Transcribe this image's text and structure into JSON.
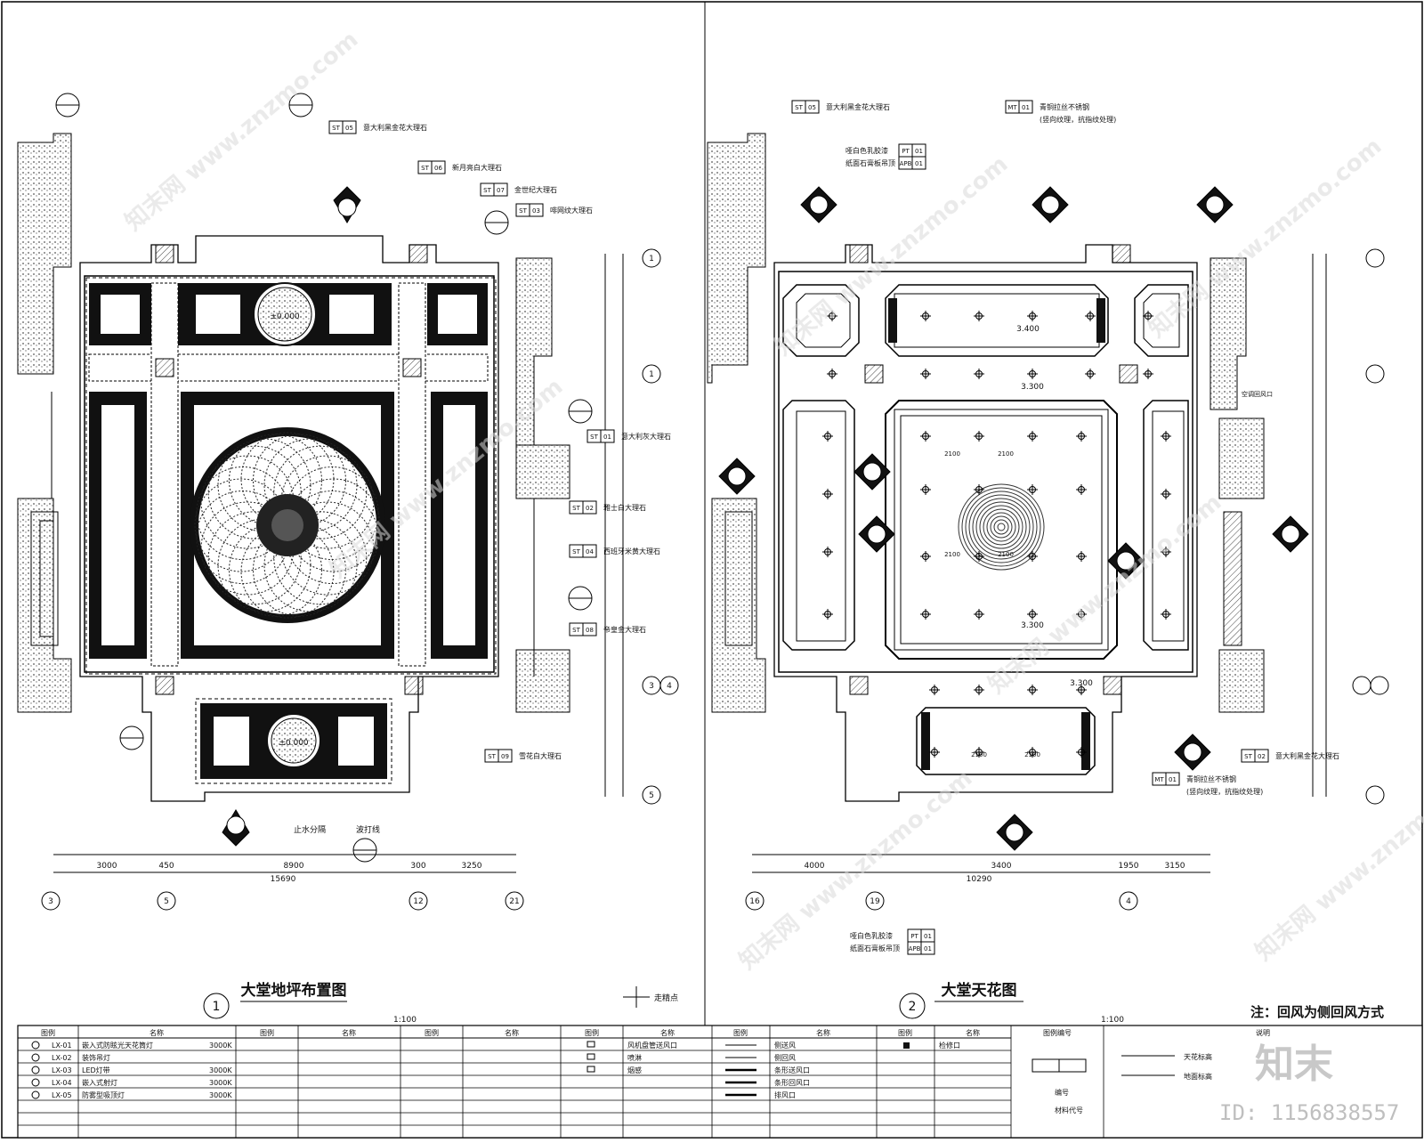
{
  "drawing_left": {
    "number": "1",
    "title": "大堂地坪布置图",
    "scale": "1:100",
    "north_label": "走精点",
    "dimension_total": "15690",
    "dimensions_bottom": [
      "3000",
      "450",
      "8900",
      "300",
      "3250"
    ],
    "axis_bottom": [
      "3",
      "5",
      "12",
      "21"
    ],
    "axis_right": [
      "1",
      "1",
      "3",
      "4",
      "5"
    ],
    "circle_label": "±0.000",
    "callouts": [
      {
        "code": "ST",
        "num": "05",
        "text": "意大利黑金花大理石"
      },
      {
        "code": "ST",
        "num": "01",
        "text": "意大利灰大理石"
      },
      {
        "code": "ST",
        "num": "06",
        "text": "新月亮白大理石"
      },
      {
        "code": "ST",
        "num": "02",
        "text": "雅士白大理石"
      },
      {
        "code": "ST",
        "num": "03",
        "text": "啡网纹大理石"
      },
      {
        "code": "ST",
        "num": "04",
        "text": "西班牙米黄大理石"
      },
      {
        "code": "ST",
        "num": "07",
        "text": "金世纪大理石"
      },
      {
        "code": "ST",
        "num": "08",
        "text": "帝皇金大理石"
      },
      {
        "code": "ST",
        "num": "09",
        "text": "雪花白大理石"
      }
    ],
    "notes": [
      "止水分隔",
      "波打线"
    ]
  },
  "drawing_right": {
    "number": "2",
    "title": "大堂天花图",
    "scale": "1:100",
    "dimension_total": "10290",
    "dimensions_bottom": [
      "4000",
      "3400",
      "1950",
      "3150"
    ],
    "axis_bottom": [
      "16",
      "19",
      "4"
    ],
    "levels": [
      "3.400",
      "3.300",
      "3.300",
      "3.300"
    ],
    "dims_inner": [
      "2100",
      "2100",
      "2100",
      "2100",
      "2100",
      "2100"
    ],
    "callouts": [
      {
        "code": "ST",
        "num": "05",
        "text": "意大利黑金花大理石"
      },
      {
        "code": "MT",
        "num": "01",
        "text": "青铜拉丝不锈钢",
        "sub": "(竖向纹理，抗指纹处理)"
      },
      {
        "code": "PT",
        "num": "01",
        "text": "哑白色乳胶漆"
      },
      {
        "code": "APB",
        "num": "01",
        "text": "纸面石膏板吊顶"
      },
      {
        "code": "ST",
        "num": "02",
        "text": "意大利黑金花大理石"
      },
      {
        "code": "MT",
        "num": "01",
        "text": "青铜拉丝不锈钢",
        "sub": "(竖向纹理，抗指纹处理)"
      },
      {
        "code": "PT",
        "num": "01",
        "text": "哑白色乳胶漆"
      },
      {
        "code": "APB",
        "num": "01",
        "text": "纸面石膏板吊顶"
      }
    ],
    "side_note": "空调回风口"
  },
  "note": "注：回风为侧回风方式",
  "legend": {
    "headers": [
      "图例",
      "名称",
      "图例",
      "名称",
      "图例",
      "名称",
      "图例",
      "名称",
      "图例",
      "名称",
      "图例",
      "名称",
      "图例编号",
      "说明"
    ],
    "rows": [
      {
        "code": "LX-01",
        "name": "嵌入式防眩光天花筒灯",
        "spec": "3000K"
      },
      {
        "code": "LX-02",
        "name": "装饰吊灯",
        "spec": ""
      },
      {
        "code": "LX-03",
        "name": "LED灯带",
        "spec": "3000K"
      },
      {
        "code": "LX-04",
        "name": "嵌入式射灯",
        "spec": "3000K"
      },
      {
        "code": "LX-05",
        "name": "防雾型吸顶灯",
        "spec": "3000K"
      }
    ],
    "col2": [
      "风机盘管送风口",
      "喷淋",
      "烟感"
    ],
    "col3": [
      "侧送风",
      "侧回风",
      "条形送风口",
      "条形回风口",
      "排风口"
    ],
    "col4": [
      "检修口"
    ],
    "col_code": [
      "编号",
      "材料代号"
    ],
    "col_note": [
      "天花标高",
      "地面标高"
    ]
  },
  "watermark": "知末网 www.znzmo.com",
  "id_label": "ID: 1156838557",
  "logo_text": "知末"
}
